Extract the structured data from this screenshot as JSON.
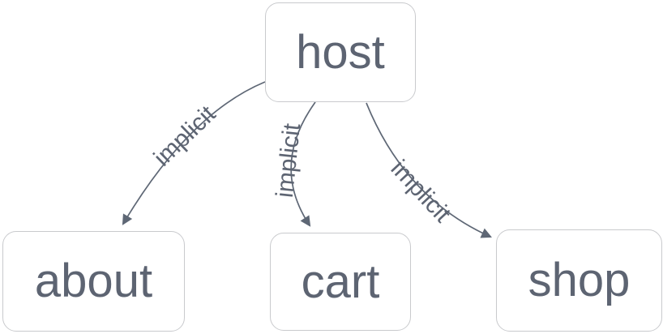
{
  "diagram": {
    "background_color": "#ffffff",
    "node_fill_color": "#ffffff",
    "node_border_color": "#c9cacd",
    "node_text_color": "#5d6472",
    "edge_color": "#5e6775",
    "nodes": [
      {
        "id": "host",
        "label": "host"
      },
      {
        "id": "about",
        "label": "about"
      },
      {
        "id": "cart",
        "label": "cart"
      },
      {
        "id": "shop",
        "label": "shop"
      }
    ],
    "edges": [
      {
        "from": "host",
        "to": "about",
        "label": "implicit"
      },
      {
        "from": "host",
        "to": "cart",
        "label": "implicit"
      },
      {
        "from": "host",
        "to": "shop",
        "label": "implicit"
      }
    ]
  }
}
